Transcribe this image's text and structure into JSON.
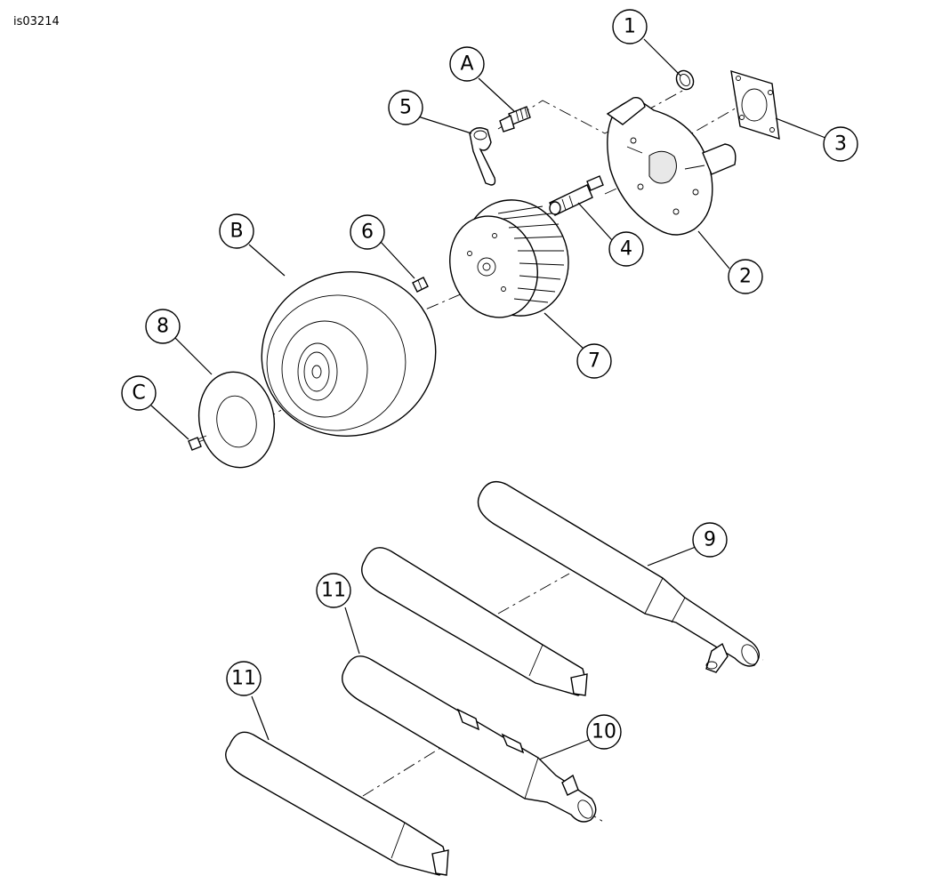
{
  "figure": {
    "id": "is03214"
  },
  "callouts": {
    "c1": "1",
    "c2": "2",
    "c3": "3",
    "c4": "4",
    "c5": "5",
    "c6": "6",
    "c7": "7",
    "c8": "8",
    "c9": "9",
    "c10": "10",
    "c11a": "11",
    "c11b": "11",
    "cA": "A",
    "cB": "B",
    "cC": "C"
  }
}
